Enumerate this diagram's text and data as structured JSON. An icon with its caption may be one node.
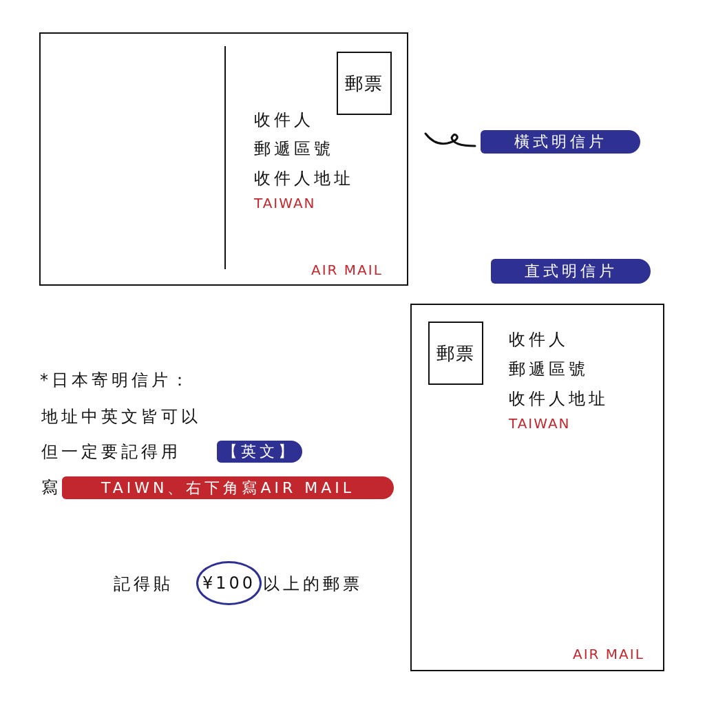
{
  "diagram": {
    "nodes": [
      {
        "text": [
          "收件人",
          "郵遞區號",
          "收件人地址",
          "TAIWAN",
          "AIR MAIL"
        ]
      },
      {
        "text": [
          "郵票"
        ],
        "in": 0
      },
      {
        "text": [
          "橫式明信片"
        ]
      },
      {
        "text": [
          "直式明信片"
        ]
      },
      {
        "text": [
          "收件人",
          "郵遞區號",
          "收件人地址",
          "TAIWAN",
          "AIR MAIL"
        ]
      },
      {
        "text": [
          "郵票"
        ],
        "in": 4
      },
      {
        "text": [
          "【英文】"
        ]
      },
      {
        "text": [
          "TAIWN、右下角寫AIR MAIL"
        ]
      },
      {
        "text": [
          "¥100"
        ]
      }
    ],
    "labels": [
      "*日本寄明信片：",
      "地址中英文皆可以",
      "但一定要記得用",
      "寫",
      "記得貼",
      "以上的郵票"
    ]
  }
}
